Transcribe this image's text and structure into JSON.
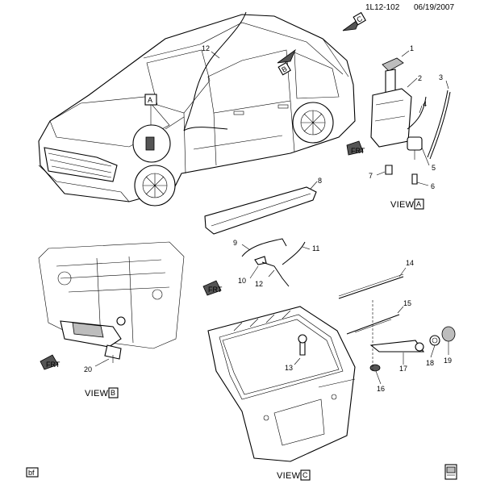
{
  "header": {
    "ref": "1L12-102",
    "date": "06/19/2007"
  },
  "footer": {
    "corner_code": "bf"
  },
  "view_marks": {
    "a": "A",
    "b": "B",
    "c": "C"
  },
  "view_labels": {
    "a_prefix": "VIEW",
    "b_prefix": "VIEW",
    "c_prefix": "VIEW"
  },
  "frt": "FRT",
  "callouts": [
    "1",
    "2",
    "3",
    "4",
    "5",
    "6",
    "7",
    "8",
    "9",
    "10",
    "11",
    "12",
    "12",
    "13",
    "14",
    "15",
    "16",
    "17",
    "18",
    "19",
    "20"
  ]
}
